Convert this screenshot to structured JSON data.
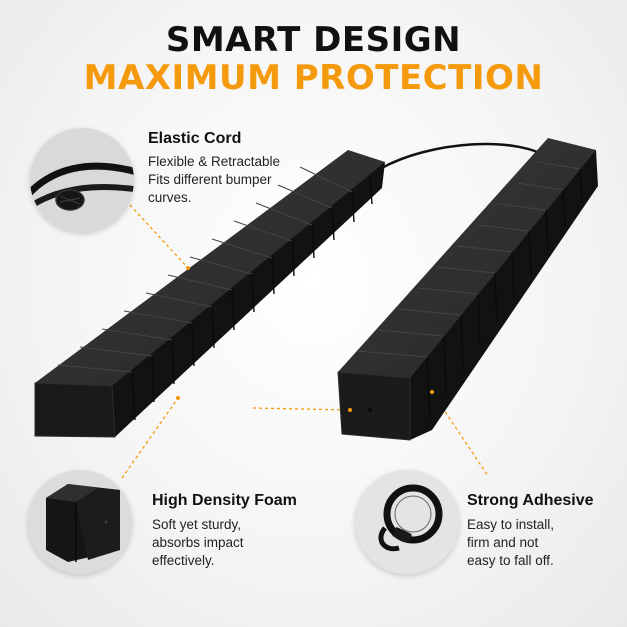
{
  "header": {
    "title_line1": "SMART DESIGN",
    "title_line2": "MAXIMUM PROTECTION"
  },
  "features": {
    "elastic_cord": {
      "title": "Elastic Cord",
      "description": "Flexible & Retractable\nFits different bumper\ncurves."
    },
    "high_density_foam": {
      "title": "High Density Foam",
      "description": "Soft yet sturdy,\nabsorbs impact\neffectively."
    },
    "strong_adhesive": {
      "title": "Strong Adhesive",
      "description": "Easy to install,\nfirm and not\neasy to fall off."
    }
  },
  "colors": {
    "title_dark": "#111111",
    "accent_orange": "#f59a0c",
    "foam_black": "#1e1e1e",
    "foam_edge": "#2e2e2e"
  },
  "icons": [
    "elastic-cord-closeup-icon",
    "foam-block-closeup-icon",
    "adhesive-ring-closeup-icon"
  ]
}
